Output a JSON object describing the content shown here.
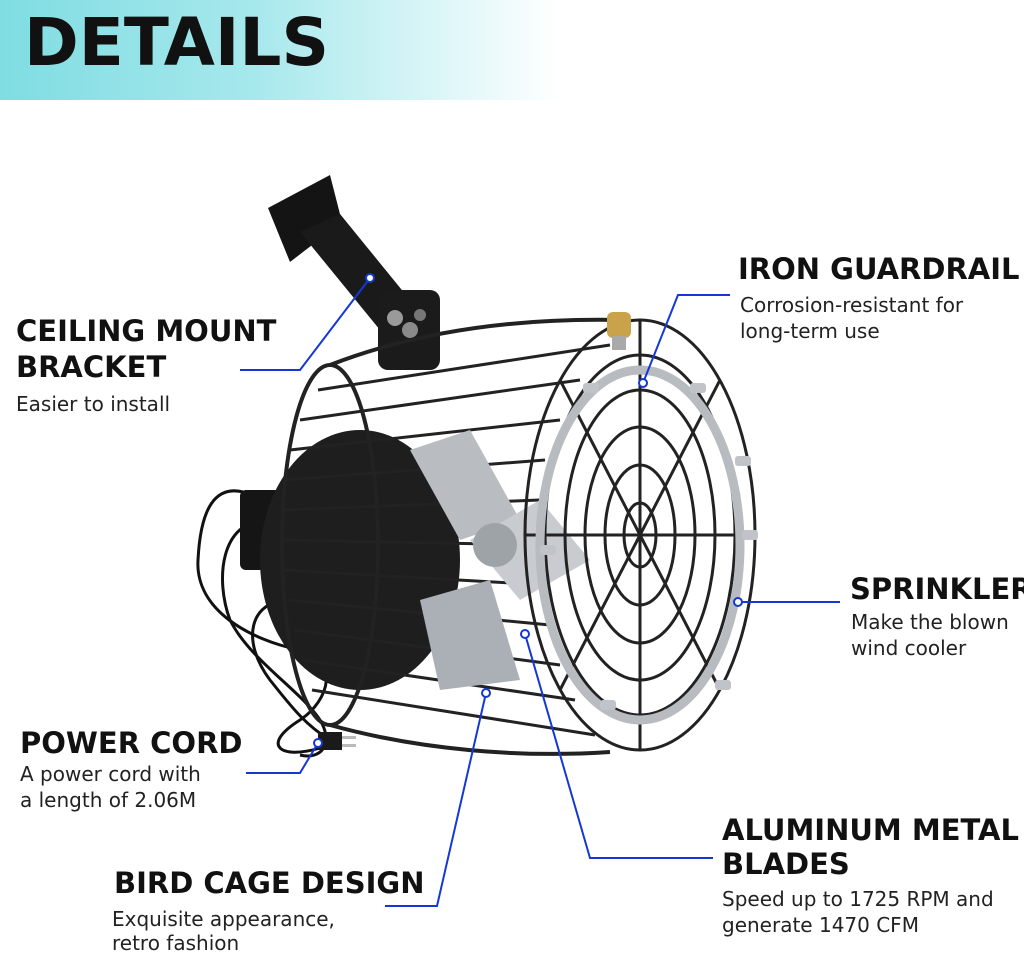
{
  "header": {
    "title": "DETAILS"
  },
  "callouts": {
    "ceiling_mount": {
      "title_line1": "CEILING MOUNT",
      "title_line2": "BRACKET",
      "desc": "Easier to install"
    },
    "iron_guardrail": {
      "title": "IRON GUARDRAIL",
      "desc_line1": "Corrosion-resistant for",
      "desc_line2": "long-term use"
    },
    "sprinkler": {
      "title": "SPRINKLER",
      "desc_line1": "Make the blown",
      "desc_line2": "wind cooler"
    },
    "power_cord": {
      "title": "POWER CORD",
      "desc_line1": "A power cord with",
      "desc_line2": "a length of 2.06M"
    },
    "aluminum_blades": {
      "title_line1": "ALUMINUM METAL",
      "title_line2": "BLADES",
      "desc_line1": "Speed up to 1725 RPM and",
      "desc_line2": "generate 1470 CFM"
    },
    "bird_cage": {
      "title": "BIRD CAGE DESIGN",
      "desc_line1": "Exquisite appearance,",
      "desc_line2": "retro fashion"
    }
  },
  "colors": {
    "header_band": "#8fe2e6",
    "leader_line": "#1438d6",
    "fan_body": "#1c1c1c",
    "ring": "#bfc3c7"
  }
}
